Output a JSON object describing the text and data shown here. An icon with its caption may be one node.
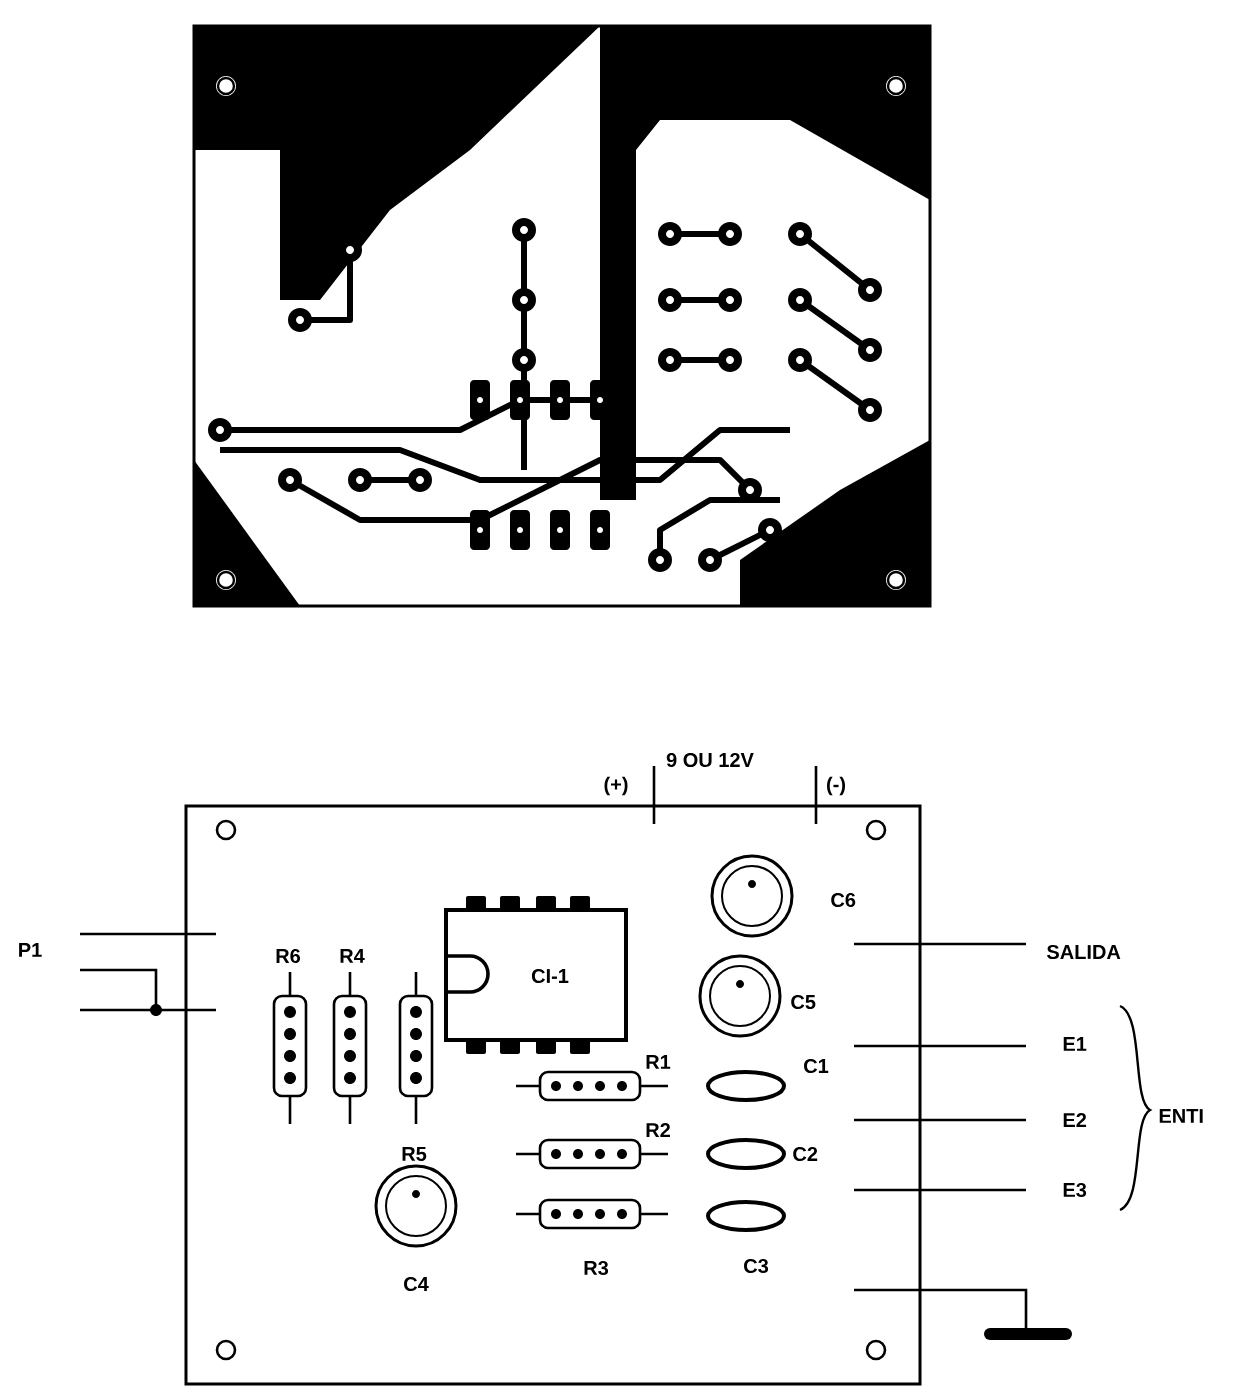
{
  "diagram": {
    "labels": [
      "9 OU 12V",
      "(+)",
      "(-)",
      "C6",
      "SALIDA",
      "P1",
      "R6",
      "R4",
      "CI-1",
      "C5",
      "E1",
      "R1",
      "C1",
      "E2",
      "ENTI",
      "R2",
      "C2",
      "R5",
      "E3",
      "R3",
      "C3",
      "C4"
    ]
  }
}
